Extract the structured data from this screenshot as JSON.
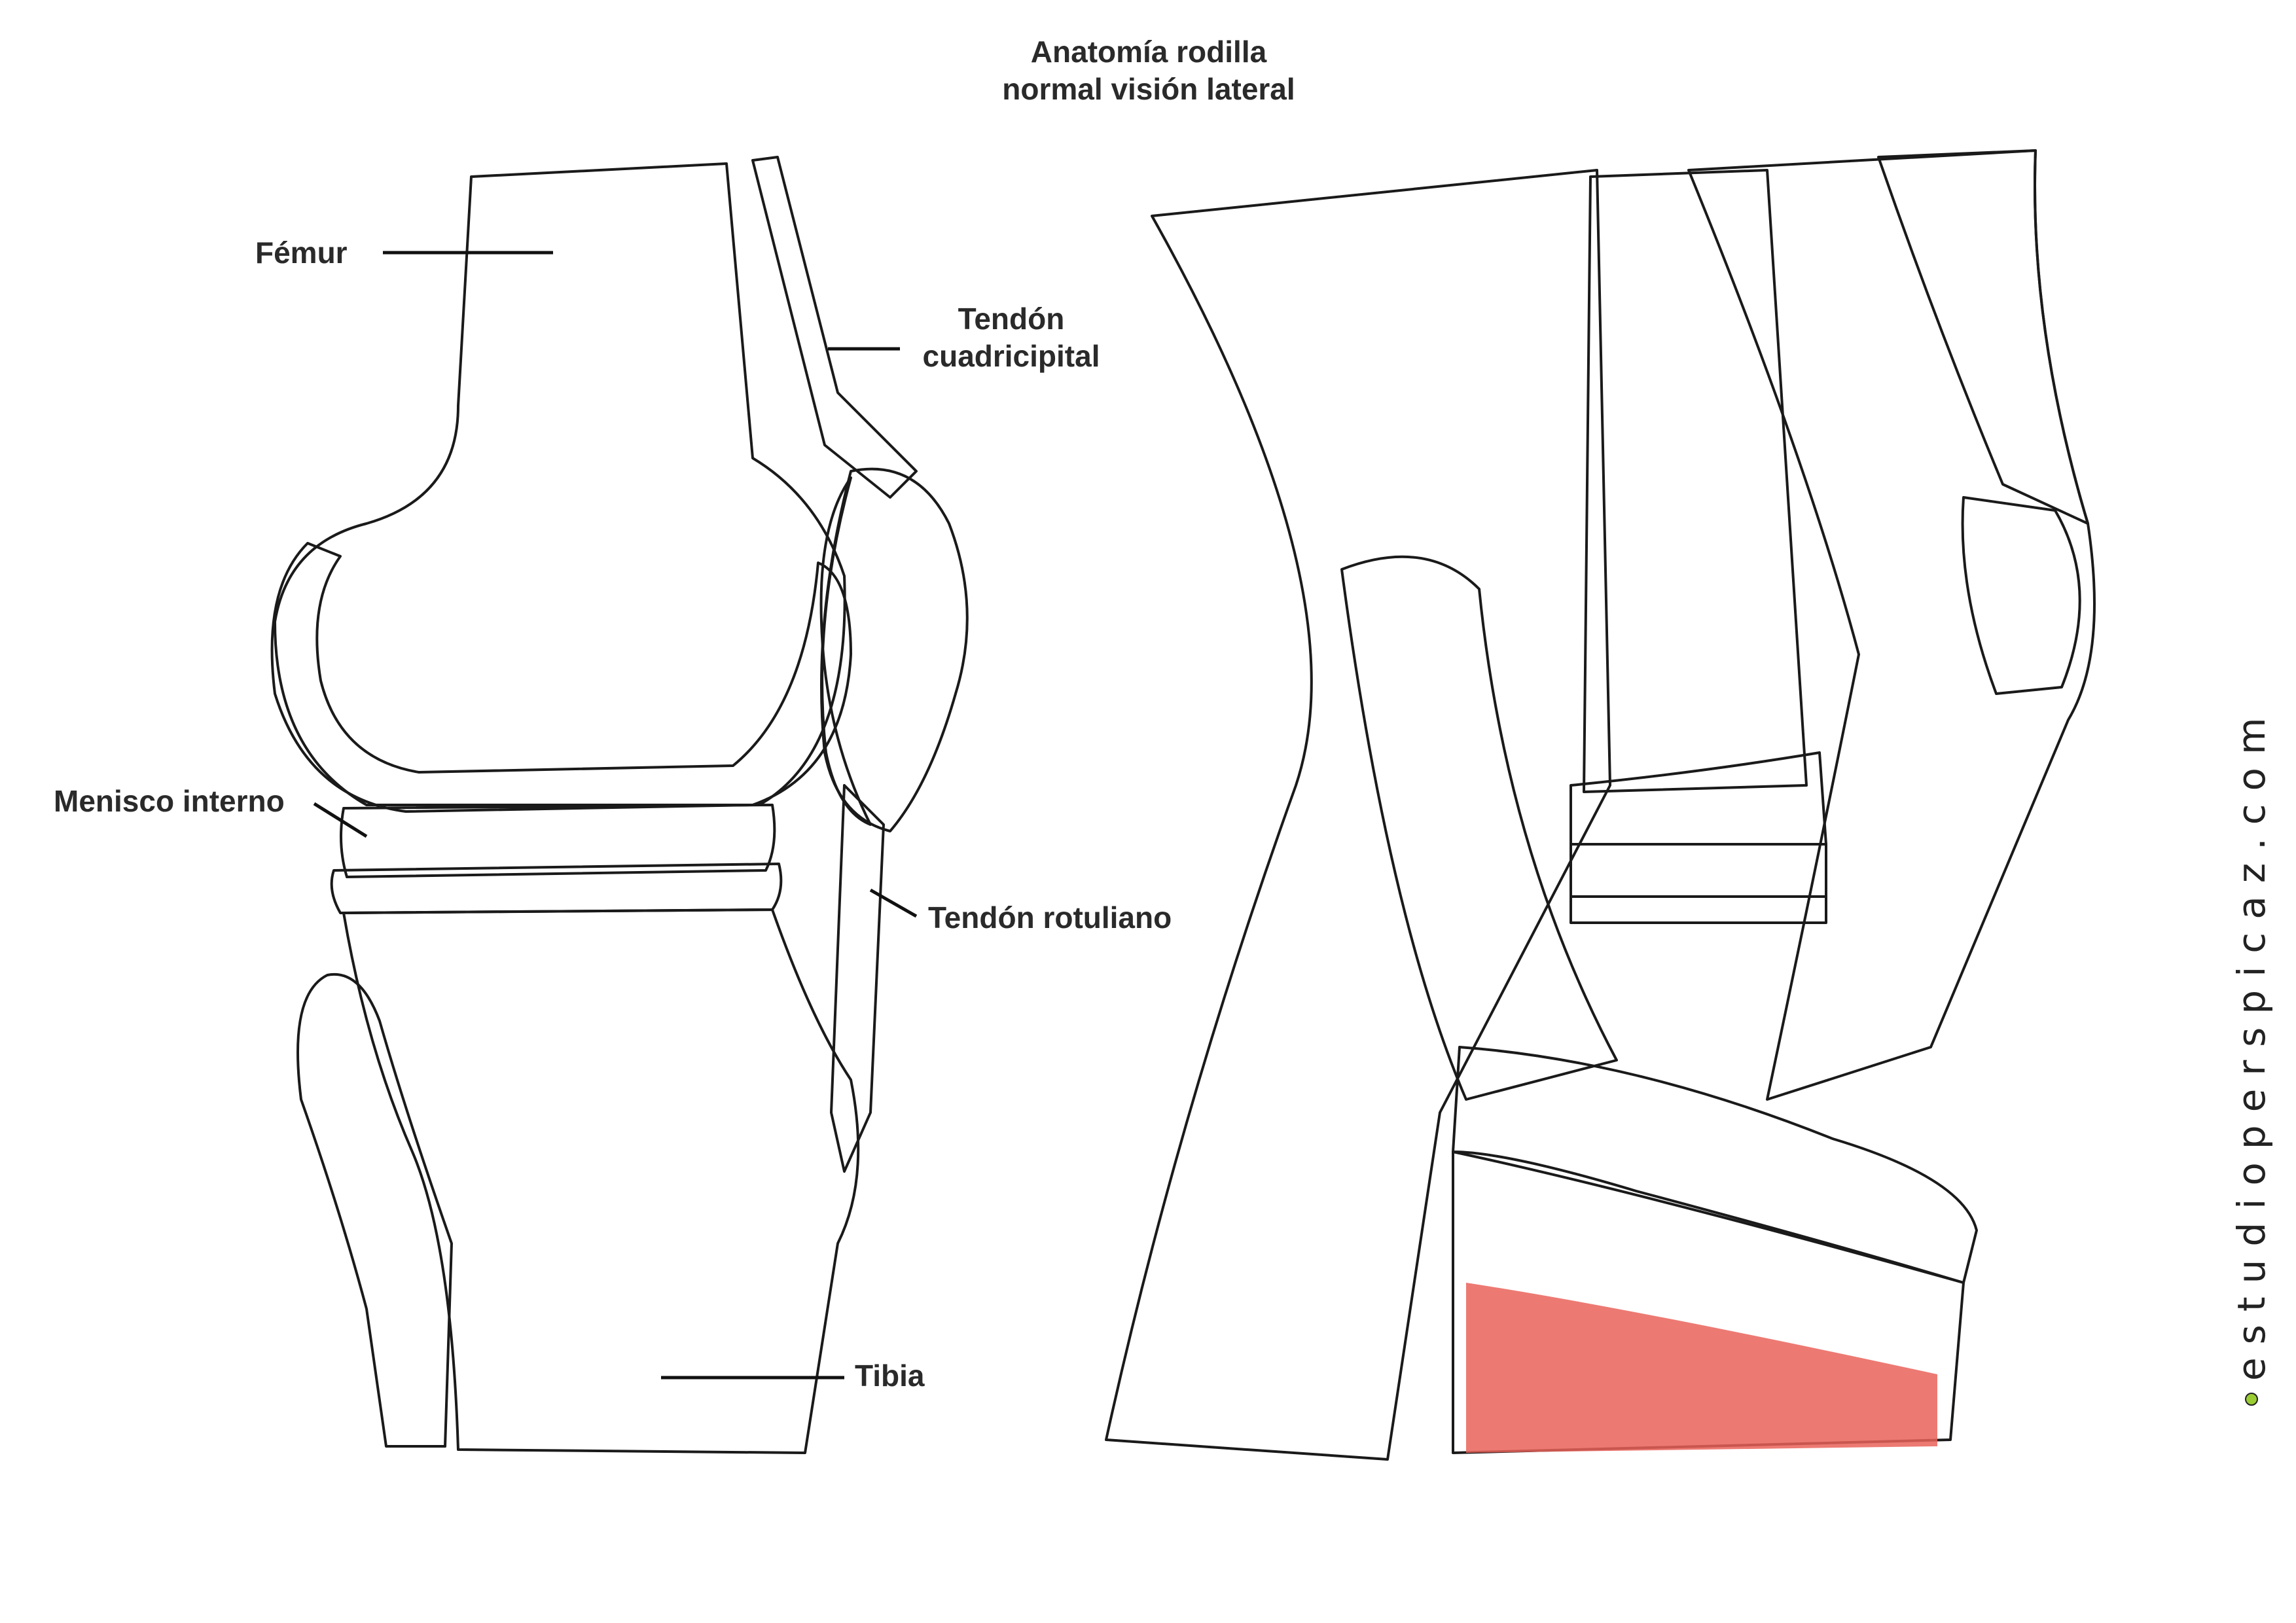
{
  "title": {
    "line1": "Anatomía rodilla",
    "line2": "normal visión lateral"
  },
  "labels": {
    "femur": "Fémur",
    "tendon_cuadricipital_line1": "Tendón",
    "tendon_cuadricipital_line2": "cuadricipital",
    "menisco_interno": "Menisco interno",
    "tendon_rotuliano": "Tendón rotuliano",
    "tibia": "Tibia"
  },
  "watermark": {
    "text": "estudioperspicaz.com",
    "dot_color": "#9acd32"
  },
  "colors": {
    "bone": "#e9e6d2",
    "bone_shadow": "#cfcab3",
    "cartilage": "#d4e7ef",
    "meniscus": "#6f8fbf",
    "muscle": "#e8524a",
    "tendon": "#f2ebe8"
  }
}
